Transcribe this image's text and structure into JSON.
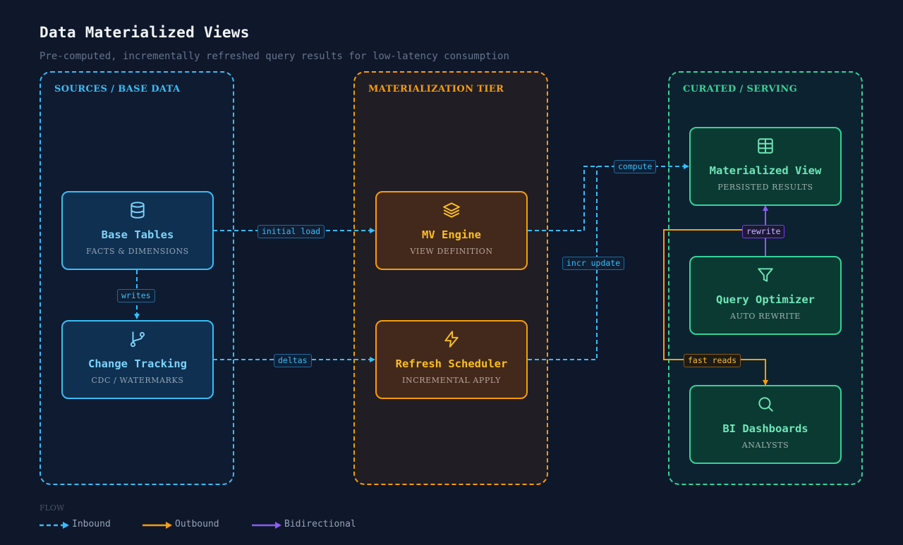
{
  "header": {
    "title": "Data Materialized Views",
    "subtitle": "Pre-computed, incrementally refreshed query results for low-latency consumption"
  },
  "tiers": {
    "sources": {
      "label": "SOURCES / BASE DATA"
    },
    "materialization": {
      "label": "MATERIALIZATION TIER"
    },
    "curated": {
      "label": "CURATED / SERVING"
    }
  },
  "nodes": {
    "base_tables": {
      "title": "Base Tables",
      "subtitle": "FACTS & DIMENSIONS",
      "icon": "database-icon"
    },
    "change_tracking": {
      "title": "Change Tracking",
      "subtitle": "CDC / WATERMARKS",
      "icon": "git-branch-icon"
    },
    "mv_engine": {
      "title": "MV Engine",
      "subtitle": "VIEW DEFINITION",
      "icon": "layers-icon"
    },
    "refresh_scheduler": {
      "title": "Refresh Scheduler",
      "subtitle": "INCREMENTAL APPLY",
      "icon": "lightning-icon"
    },
    "materialized_view": {
      "title": "Materialized View",
      "subtitle": "PERSISTED RESULTS",
      "icon": "table-icon"
    },
    "query_optimizer": {
      "title": "Query Optimizer",
      "subtitle": "AUTO REWRITE",
      "icon": "filter-icon"
    },
    "bi_dashboards": {
      "title": "BI Dashboards",
      "subtitle": "ANALYSTS",
      "icon": "search-icon"
    }
  },
  "edges": {
    "writes": "writes",
    "initial_load": "initial load",
    "deltas": "deltas",
    "compute": "compute",
    "incr_update": "incr update",
    "rewrite": "rewrite",
    "fast_reads": "fast reads"
  },
  "legend": {
    "title": "FLOW",
    "inbound": "Inbound",
    "outbound": "Outbound",
    "bidirectional": "Bidirectional"
  },
  "colors": {
    "inbound": "#38bdf8",
    "outbound": "#f59e0b",
    "bidirectional": "#8b5cf6",
    "curated": "#34d399"
  }
}
